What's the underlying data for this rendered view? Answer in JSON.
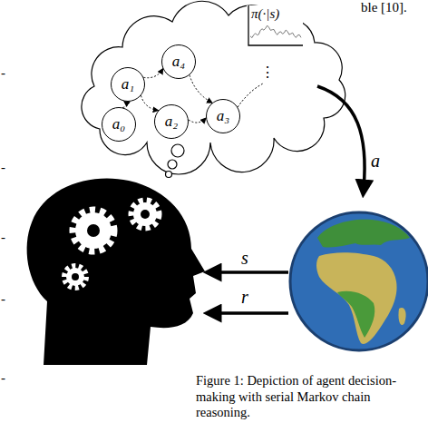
{
  "diagram": {
    "caption": "Figure 1: Depiction of agent decision-making with serial Markov chain reasoning.",
    "nodes": [
      {
        "text": [
          "a₄"
        ]
      },
      {
        "text": [
          "a₁"
        ]
      },
      {
        "text": [
          "a₀"
        ]
      },
      {
        "text": [
          "a₂"
        ]
      },
      {
        "text": [
          "a₃"
        ]
      },
      {
        "text": [
          "π(·|s)"
        ]
      }
    ],
    "edges": [
      {
        "from": 2,
        "to": 1,
        "arrow": "to"
      },
      {
        "from": 1,
        "to": 0,
        "arrow": "to"
      },
      {
        "from": 1,
        "to": 3,
        "arrow": "to"
      },
      {
        "from": 0,
        "to": 4,
        "arrow": "to"
      },
      {
        "from": 3,
        "to": 4,
        "arrow": "to"
      }
    ],
    "labels": [
      "ble [10].",
      "-",
      "-",
      "-",
      "-",
      "-",
      "⋮",
      "a",
      "s",
      "r"
    ]
  }
}
